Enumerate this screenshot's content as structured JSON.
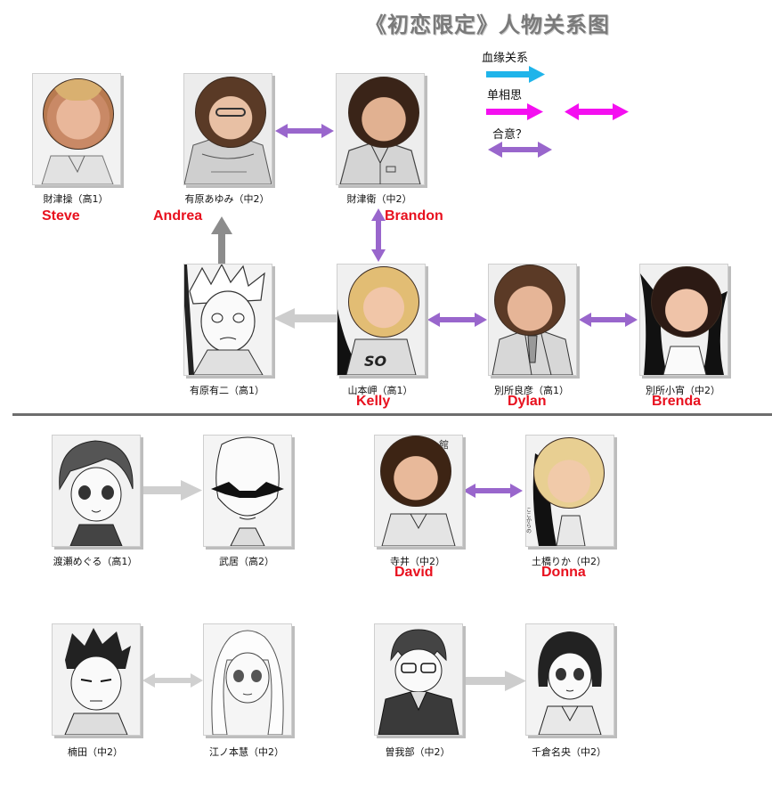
{
  "title": "《初恋限定》人物关系图",
  "legend": {
    "blood": "血缘关系",
    "oneway": "单相思",
    "mutual": "合意？"
  },
  "colors": {
    "blood": "#1fb4ea",
    "oneway": "#f40ff0",
    "mutual": "#9966cc",
    "gray_up": "#8c8c8c",
    "gray_light": "#cdcdcd",
    "english": "#e8101e",
    "divider": "#6d6d6d"
  },
  "characters": {
    "zaizu_sou": {
      "name": "財津操（高1）",
      "english": "Steve"
    },
    "arihara_ayumi": {
      "name": "有原あゆみ（中2）",
      "english": "Andrea"
    },
    "zaizu_mamoru": {
      "name": "財津衛（中2）",
      "english": "Brandon"
    },
    "arihara_yuji": {
      "name": "有原有二（高1）"
    },
    "yamamoto_misaki": {
      "name": "山本岬（高1）",
      "english": "Kelly"
    },
    "bessho_yoshihiko": {
      "name": "別所良彦（高1）",
      "english": "Dylan"
    },
    "bessho_koyoi": {
      "name": "別所小宵（中2）",
      "english": "Brenda"
    },
    "watase_meguru": {
      "name": "渡瀬めぐる（高1）"
    },
    "takesue": {
      "name": "武居（高2）"
    },
    "terai": {
      "name": "寺井（中2）",
      "english": "David"
    },
    "dobashi_rika": {
      "name": "土橋りか（中2）",
      "english": "Donna"
    },
    "kusuda": {
      "name": "楠田（中2）"
    },
    "enomoto_kei": {
      "name": "江ノ本慧（中2）"
    },
    "sogabe": {
      "name": "曽我部（中2）"
    },
    "chikura_nao": {
      "name": "千倉名央（中2）"
    }
  }
}
